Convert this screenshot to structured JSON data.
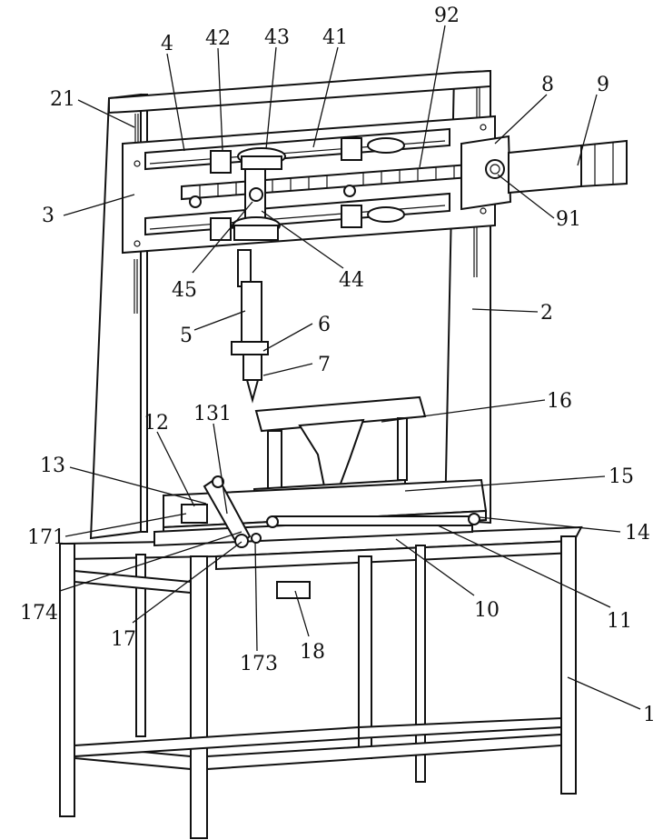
{
  "figure": {
    "labels": [
      {
        "id": "92",
        "text": "92"
      },
      {
        "id": "43",
        "text": "43"
      },
      {
        "id": "42",
        "text": "42"
      },
      {
        "id": "4",
        "text": "4"
      },
      {
        "id": "41",
        "text": "41"
      },
      {
        "id": "8",
        "text": "8"
      },
      {
        "id": "9",
        "text": "9"
      },
      {
        "id": "21",
        "text": "21"
      },
      {
        "id": "3",
        "text": "3"
      },
      {
        "id": "91",
        "text": "91"
      },
      {
        "id": "45",
        "text": "45"
      },
      {
        "id": "44",
        "text": "44"
      },
      {
        "id": "5",
        "text": "5"
      },
      {
        "id": "2",
        "text": "2"
      },
      {
        "id": "6",
        "text": "6"
      },
      {
        "id": "7",
        "text": "7"
      },
      {
        "id": "16",
        "text": "16"
      },
      {
        "id": "131",
        "text": "131"
      },
      {
        "id": "12",
        "text": "12"
      },
      {
        "id": "13",
        "text": "13"
      },
      {
        "id": "15",
        "text": "15"
      },
      {
        "id": "171",
        "text": "171"
      },
      {
        "id": "14",
        "text": "14"
      },
      {
        "id": "174",
        "text": "174"
      },
      {
        "id": "10",
        "text": "10"
      },
      {
        "id": "11",
        "text": "11"
      },
      {
        "id": "17",
        "text": "17"
      },
      {
        "id": "173",
        "text": "173"
      },
      {
        "id": "18",
        "text": "18"
      },
      {
        "id": "1",
        "text": "1"
      }
    ]
  }
}
